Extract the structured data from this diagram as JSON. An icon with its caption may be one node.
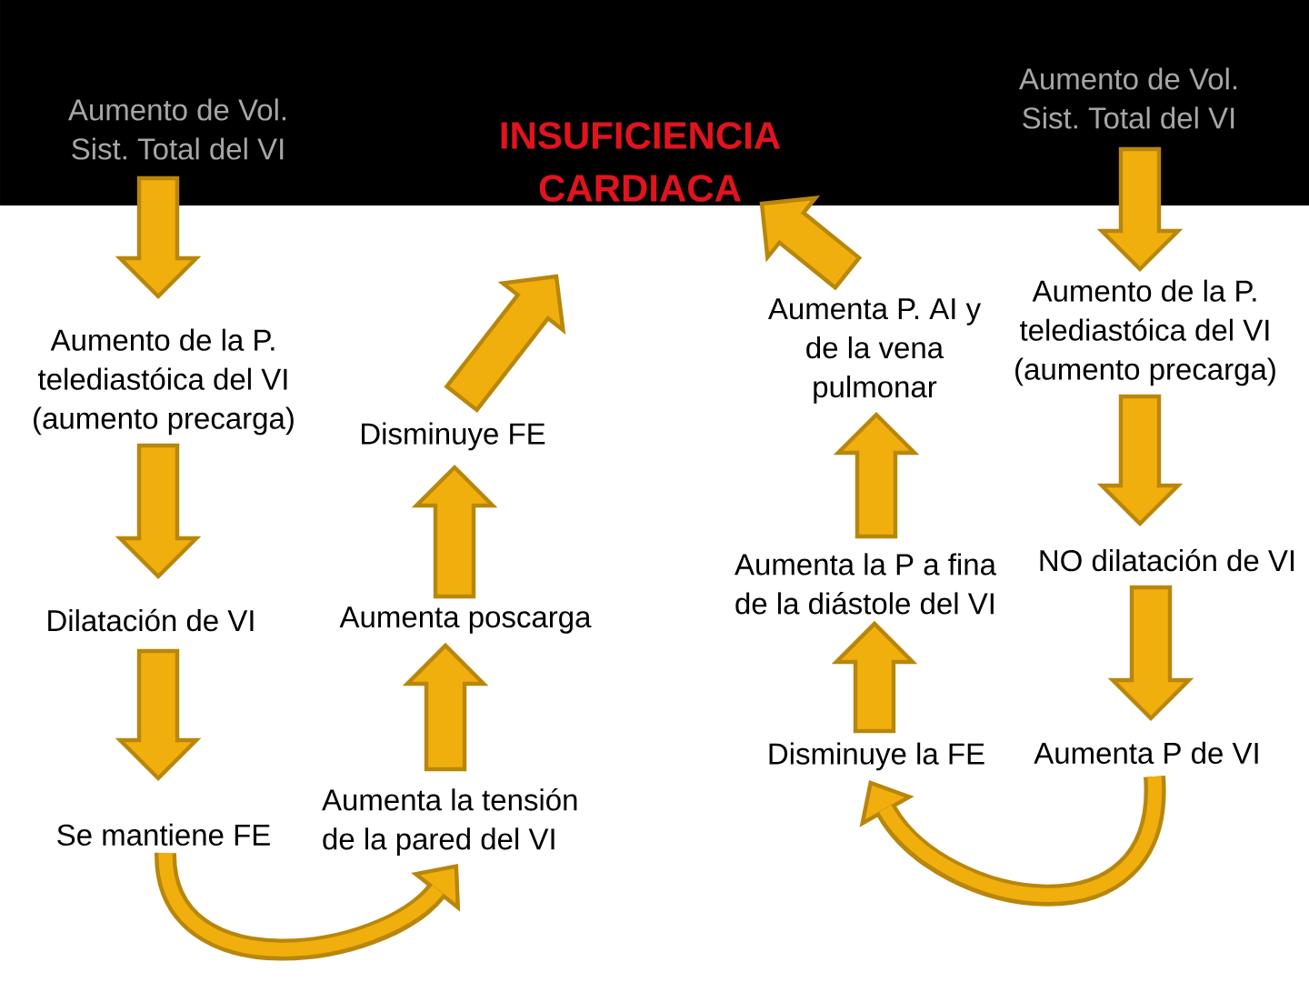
{
  "diagram": {
    "nodes": [
      {
        "text": [
          "Aumento de Vol. Sist. Total del VI"
        ]
      },
      {
        "text": [
          "INSUFICIENCIA CARDIACA"
        ]
      },
      {
        "text": [
          "Aumento de Vol. Sist. Total del VI"
        ]
      },
      {
        "text": [
          "Aumento de la P. telediastóica del VI (aumento precarga)"
        ]
      },
      {
        "text": [
          "Disminuye FE"
        ]
      },
      {
        "text": [
          "Aumenta P. AI y de la vena pulmonar"
        ]
      },
      {
        "text": [
          "Aumento de la P. telediastóica del VI (aumento precarga)"
        ]
      },
      {
        "text": [
          "Dilatación de VI"
        ]
      },
      {
        "text": [
          "Aumenta poscarga"
        ]
      },
      {
        "text": [
          "Aumenta la P a fina de la diástole del VI"
        ]
      },
      {
        "text": [
          "NO dilatación de VI"
        ]
      },
      {
        "text": [
          "Se mantiene FE"
        ]
      },
      {
        "text": [
          "Aumenta la tensión de la pared del VI"
        ]
      },
      {
        "text": [
          "Disminuye la FE"
        ]
      },
      {
        "text": [
          "Aumenta P de VI"
        ]
      }
    ],
    "edges": [
      {
        "from": 0,
        "to": 3,
        "arrow": "to"
      },
      {
        "from": 3,
        "to": 7,
        "arrow": "to"
      },
      {
        "from": 7,
        "to": 11,
        "arrow": "to"
      },
      {
        "from": 11,
        "to": 12,
        "arrow": "to"
      },
      {
        "from": 12,
        "to": 8,
        "arrow": "to"
      },
      {
        "from": 8,
        "to": 4,
        "arrow": "to"
      },
      {
        "from": 4,
        "to": 1,
        "arrow": "to"
      },
      {
        "from": 2,
        "to": 6,
        "arrow": "to"
      },
      {
        "from": 6,
        "to": 10,
        "arrow": "to"
      },
      {
        "from": 10,
        "to": 14,
        "arrow": "to"
      },
      {
        "from": 14,
        "to": 13,
        "arrow": "to"
      },
      {
        "from": 13,
        "to": 9,
        "arrow": "to"
      },
      {
        "from": 9,
        "to": 5,
        "arrow": "to"
      },
      {
        "from": 5,
        "to": 1,
        "arrow": "to"
      }
    ]
  }
}
